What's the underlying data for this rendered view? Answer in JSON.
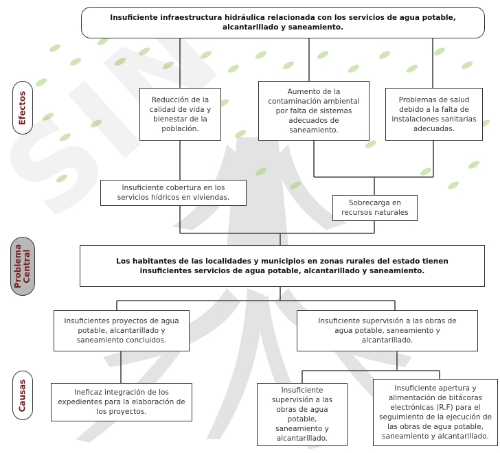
{
  "title": "Insuficiente infraestructura hidráulica relacionada con los servicios de agua potable, alcantarillado y saneamiento.",
  "side_labels": {
    "efectos": "Efectos",
    "problema_central": "Problema Central",
    "causas": "Causas"
  },
  "effects": [
    "Reducción de la calidad de vida y bienestar de la población.",
    "Aumento de la contaminación ambiental por falta de sistemas adecuados de saneamiento.",
    "Problemas de salud debido a la falta de instalaciones sanitarias adecuadas."
  ],
  "intermediate_effects": [
    "Insuficiente cobertura en los servicios hídricos en viviendas.",
    "Sobrecarga en recursos naturales"
  ],
  "central_problem": "Los habitantes de las localidades y municipios en zonas rurales del estado tienen insuficientes servicios de agua potable, alcantarillado y saneamiento.",
  "causes_level1": [
    "Insuficientes proyectos de agua potable, alcantarillado y saneamiento concluidos.",
    "Insuficiente supervisión a las obras de agua potable, saneamiento y alcantarillado."
  ],
  "causes_level2": [
    "Ineficaz integración de los expedientes para la elaboración de los proyectos.",
    "Insuficiente supervisión a las obras de agua potable, saneamiento y alcantarillado.",
    "Insuficiente apertura y alimentación de bitácoras electrónicas (R.F) para el seguimiento de la ejecución de las obras de agua potable, saneamiento y alcantarillado."
  ],
  "watermark": "SIN",
  "colors": {
    "label_text": "#7a1e22",
    "central_badge_fill": "#b8b8b8",
    "leaf_green": "#8fb85a",
    "tree_gray": "#d3d3d3"
  }
}
